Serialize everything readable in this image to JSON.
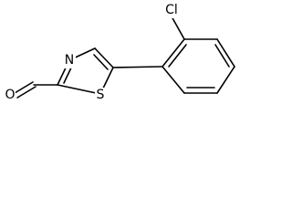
{
  "molecule": {
    "atom_labels": {
      "oxygen": "O",
      "nitrogen": "N",
      "sulfur": "S",
      "chlorine": "Cl"
    },
    "bond_color": "#000000",
    "background_color": "#ffffff"
  }
}
